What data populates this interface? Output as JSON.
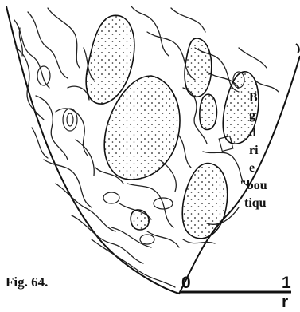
{
  "figure": {
    "label": "Fig. 64.",
    "side_text_fragments": [
      "B",
      "g",
      "d",
      "ri",
      "e",
      "\"bou",
      "tiqu"
    ],
    "scale_bar": {
      "start_label": "0",
      "end_label": "1 r"
    }
  }
}
